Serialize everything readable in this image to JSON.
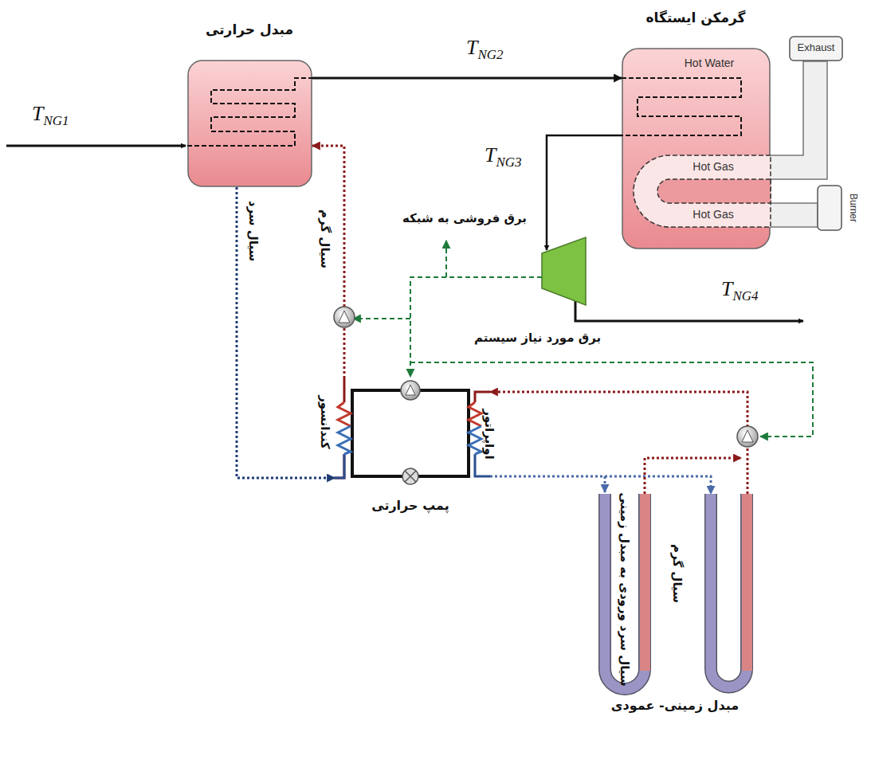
{
  "diagram": {
    "nodes": [
      {
        "text": [
          "مبدل حرارتی"
        ]
      },
      {
        "text": [
          "گرمکن ایستگاه",
          "Hot Water",
          "Hot Gas",
          "Hot Gas"
        ]
      },
      {
        "text": [
          "Exhaust"
        ]
      },
      {
        "text": [
          "Burner"
        ]
      },
      {
        "text": [
          "پمپ حرارتی"
        ]
      },
      {
        "text": [
          "مبدل زمینی- عمودی"
        ]
      }
    ],
    "edges": [
      {
        "from": 0,
        "to": 1,
        "label": "TNG2",
        "arrow": "to"
      },
      {
        "from": 0,
        "to": 4,
        "label": "سیال سرد",
        "arrow": "to"
      },
      {
        "from": 4,
        "to": 0,
        "label": "سیال گرم",
        "arrow": "to"
      },
      {
        "from": 5,
        "to": 4,
        "arrow": "to"
      },
      {
        "from": 4,
        "to": 5,
        "arrow": "to"
      }
    ],
    "labels": [
      "TNG1",
      "TNG3",
      "TNG4",
      "برق فروشی به شبکه",
      "برق مورد نیاز سیستم",
      "کندانسور",
      "اواپراتور",
      "سیال سرد ورودی به مبدل زمینی",
      "سیال گرم"
    ]
  }
}
